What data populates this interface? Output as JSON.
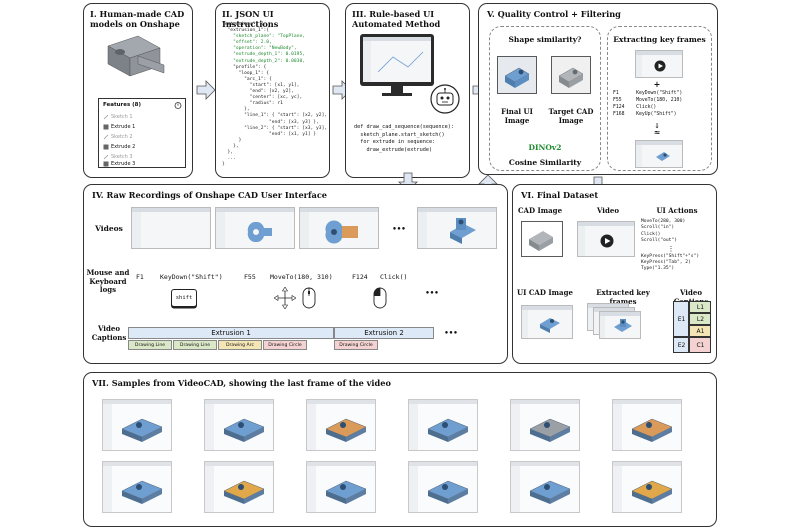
{
  "panels": {
    "p1": {
      "title": "I. Human-made CAD models on Onshape"
    },
    "p2": {
      "title": "II. JSON UI Instructions"
    },
    "p3": {
      "title": "III. Rule-based UI Automated Method"
    },
    "p4": {
      "title": "IV. Raw Recordings of Onshape CAD User Interface"
    },
    "p5": {
      "title": "V. Quality Control + Filtering"
    },
    "p6": {
      "title": "VI. Final Dataset"
    },
    "p7": {
      "title": "VII. Samples from VideoCAD, showing the last frame of the video"
    }
  },
  "features": {
    "header": "Features (8)",
    "items": [
      "Sketch 1",
      "Extrude 1",
      "Sketch 2",
      "Extrude 2",
      "Sketch 3",
      "Extrude 3"
    ]
  },
  "json_lines": [
    "\"extrusions\": {",
    "  \"extrusion_1\":{",
    "    \"sketch_plane\": \"TopPlane,",
    "    \"offset\": 2.0,",
    "    \"operation\": \"NewBody\",",
    "    \"extrude_depth_1\": 0.0195,",
    "    \"extrude_depth_2\": 0.0030,",
    "    \"profile\": {",
    "      \"loop_1\": {",
    "        \"arc_1\": {",
    "          \"start\": [x1, y1],",
    "          \"end\": [x2, y2],",
    "          \"center\": [xc, yc],",
    "          \"radius\": r1",
    "        },",
    "        \"line_1\": { \"start\": [x2, y2],",
    "                 \"end\": [x3, y3] },",
    "        \"line_2\": { \"start\": [x3, y3],",
    "                 \"end\": [x1, y1] }",
    "      }",
    "    },",
    "  },",
    "  ...",
    "}"
  ],
  "code_lines": [
    "def draw_cad_sequence(sequence):",
    "  sketch_plane.start_sketch()",
    "  for extrude in sequence:",
    "    draw_extrude(extrude)"
  ],
  "qc": {
    "shape_similarity": "Shape similarity?",
    "extracting_key_frames": "Extracting key frames",
    "final_ui_image": "Final UI Image",
    "target_cad_image": "Target CAD Image",
    "dinov2": "DINOv2",
    "cosine_similarity": "Cosine Similarity",
    "frame_log": [
      "F1      KeyDown(\"Shift\")",
      "F55     MoveTo(180, 210)",
      "F124    Click()",
      "F168    KeyUp(\"Shift\")"
    ],
    "approx": "≈"
  },
  "raw": {
    "videos_label": "Videos",
    "mk_label": "Mouse and Keyboard logs",
    "vc_label": "Video Captions",
    "log_f1": "F1",
    "log_f1_action": "KeyDown(\"Shift\")",
    "log_f55": "F55",
    "log_f55_action": "MoveTo(180, 310)",
    "log_f124": "F124",
    "log_f124_action": "Click()",
    "shift_key": "shift",
    "ellipsis": "•••",
    "extrusion1": "Extrusion 1",
    "extrusion2": "Extrusion 2",
    "captions": [
      "Drawing Line",
      "Drawing Line",
      "Drawing Arc",
      "Drawing Circle",
      "Drawing Circle"
    ]
  },
  "final": {
    "cad_image": "CAD Image",
    "videos": "Video",
    "ui_actions": "UI Actions",
    "actions_1": [
      "MoveTo(280, 300)",
      "Scroll(\"in\")",
      "Click()",
      "Scroll(\"out\")"
    ],
    "dots": "⋮",
    "actions_2": [
      "KeyPress(\"Shift\"+\"s\")",
      "KeyPress(\"Tab\", 2)",
      "Type(\"1.35\")"
    ],
    "ui_cad_image": "UI CAD Image",
    "extracted_key_frames": "Extracted key frames",
    "video_captions": "Video Captions",
    "e1": "E1",
    "e2": "E2",
    "l1": "L1",
    "l2": "L2",
    "a1": "A1",
    "c1": "C1"
  },
  "colors": {
    "arrow_fill": "#dfe7f2",
    "arrow_stroke": "#555555",
    "json_key": "#1a1a1a",
    "json_value": "#1f8a2e",
    "dino": "#1f8a2e",
    "cad_gray": "#8d9399",
    "cad_blue": "#6f9fd1",
    "cap_line": "#dbe8c8",
    "cap_arc": "#f4e6b4",
    "cap_circle": "#f4d2d2",
    "extrusion_bar": "#dde9f6"
  }
}
